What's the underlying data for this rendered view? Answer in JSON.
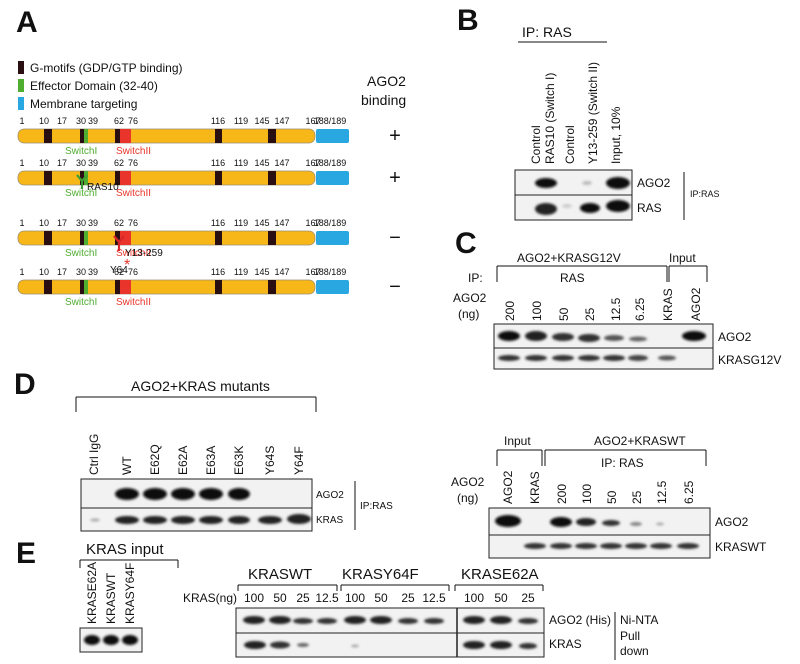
{
  "panels": {
    "a": "A",
    "b": "B",
    "c": "C",
    "d": "D",
    "e": "E"
  },
  "panel_a": {
    "legend": [
      {
        "label": "G-motifs (GDP/GTP binding)",
        "color": "#2a0f12"
      },
      {
        "label": "Effector Domain (32-40)",
        "color": "#4fae2f"
      },
      {
        "label": "Membrane targeting",
        "color": "#28a7e1"
      }
    ],
    "binding_title_1": "AGO2",
    "binding_title_2": "binding",
    "positions": [
      "1",
      "10",
      "17",
      "30",
      "39",
      "62",
      "76",
      "116",
      "119",
      "145",
      "147",
      "167",
      "188/189"
    ],
    "switch_i": "SwitchI",
    "switch_ii": "SwitchII",
    "antibody_ras10": "RAS10",
    "antibody_y13": "Y13-259",
    "y64_label": "Y64",
    "asterisk": "*",
    "constructs": [
      {
        "binding": "+"
      },
      {
        "binding": "+"
      },
      {
        "binding": "−"
      },
      {
        "binding": "−"
      }
    ],
    "colors": {
      "body": "#f8b719",
      "gmotif": "#2a0f12",
      "effector": "#4fae2f",
      "switch2": "#e8342a",
      "membrane": "#28a7e1"
    }
  },
  "panel_b": {
    "header": "IP: RAS",
    "lanes": [
      "Control",
      "RAS10 (Switch I)",
      "Control",
      "Y13-259 (Switch II)",
      "Input, 10%"
    ],
    "rows": [
      "AGO2",
      "RAS"
    ],
    "side_label": "IP:RAS"
  },
  "panel_c": {
    "top": {
      "group_main": "AGO2+KRASG12V",
      "group_input": "Input",
      "ip_label": "IP:",
      "ip_sub": "RAS",
      "ago2_label": "AGO2",
      "ng_label": "(ng)",
      "lanes": [
        "200",
        "100",
        "50",
        "25",
        "12.5",
        "6.25",
        "KRAS",
        "AGO2"
      ],
      "rows": [
        "AGO2",
        "KRASG12V"
      ]
    },
    "bottom": {
      "group_input": "Input",
      "group_main": "AGO2+KRASWT",
      "ip_sub": "IP: RAS",
      "ago2_label": "AGO2",
      "ng_label": "(ng)",
      "lanes": [
        "AGO2",
        "KRAS",
        "200",
        "100",
        "50",
        "25",
        "12.5",
        "6.25"
      ],
      "rows": [
        "AGO2",
        "KRASWT"
      ]
    }
  },
  "panel_d": {
    "group": "AGO2+KRAS mutants",
    "lanes": [
      "Ctrl IgG",
      "WT",
      "E62Q",
      "E62A",
      "E63A",
      "E63K",
      "Y64S",
      "Y64F"
    ],
    "rows": [
      "AGO2",
      "KRAS"
    ],
    "side_label": "IP:RAS"
  },
  "panel_e": {
    "input_title": "KRAS input",
    "input_lanes": [
      "KRASE62A",
      "KRASWT",
      "KRASY64F"
    ],
    "groups": [
      "KRASWT",
      "KRASY64F",
      "KRASE62A"
    ],
    "axis_label": "KRAS(ng)",
    "amounts": [
      "100",
      "50",
      "25",
      "12.5",
      "100",
      "50",
      "25",
      "12.5",
      "100",
      "50",
      "25"
    ],
    "rows": [
      "AGO2 (His)",
      "KRAS"
    ],
    "side_1": "Ni-NTA",
    "side_2": "Pull",
    "side_3": "down"
  }
}
